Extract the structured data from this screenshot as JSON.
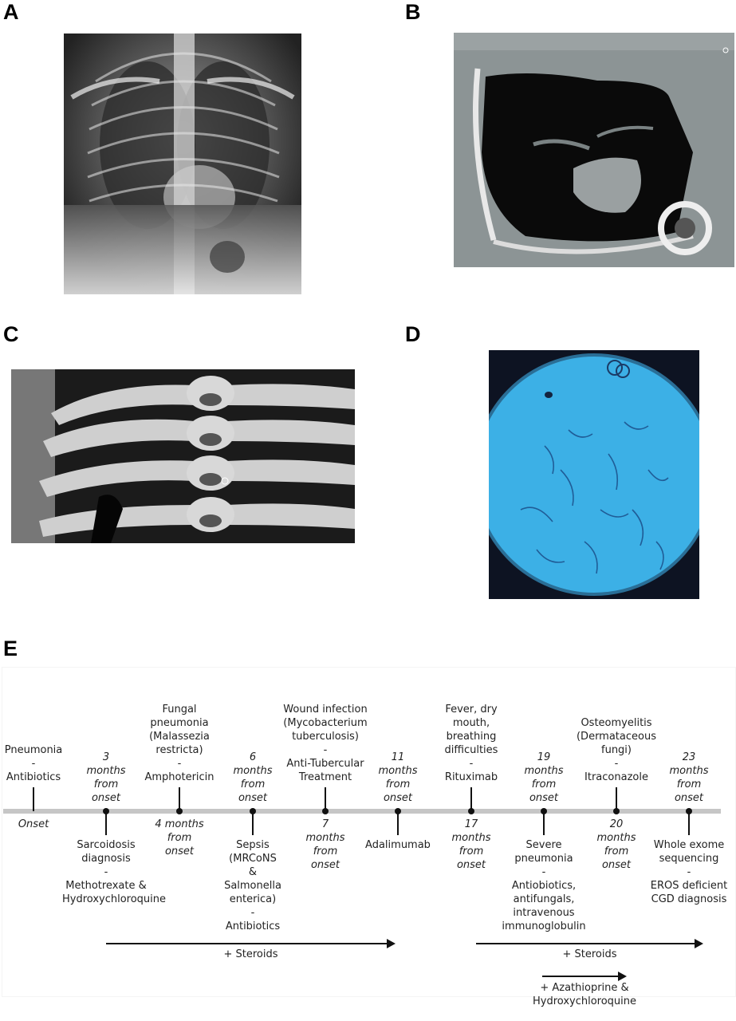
{
  "panels": {
    "a": "A",
    "b": "B",
    "c": "C",
    "d": "D",
    "e": "E"
  },
  "timeline": {
    "above": [
      {
        "lines": [
          "Pneumonia",
          "-",
          "Antibiotics"
        ],
        "italic": false
      },
      {
        "lines": [
          "3",
          "months",
          "from",
          "onset"
        ],
        "italic": true
      },
      {
        "lines": [
          "Fungal",
          "pneumonia",
          "(Malassezia",
          "restricta)",
          "-",
          "Amphotericin"
        ],
        "italic": false
      },
      {
        "lines": [
          "6",
          "months",
          "from",
          "onset"
        ],
        "italic": true
      },
      {
        "lines": [
          "Wound infection",
          "(Mycobacterium",
          "tuberculosis)",
          "-",
          "Anti-Tubercular",
          "Treatment"
        ],
        "italic": false
      },
      {
        "lines": [
          "11",
          "months",
          "from",
          "onset"
        ],
        "italic": true
      },
      {
        "lines": [
          "Fever, dry",
          "mouth,",
          "breathing",
          "difficulties",
          "-",
          "Rituximab"
        ],
        "italic": false
      },
      {
        "lines": [
          "19",
          "months",
          "from",
          "onset"
        ],
        "italic": true
      },
      {
        "lines": [
          "Osteomyelitis",
          "(Dermataceous",
          "fungi)",
          "-",
          "Itraconazole"
        ],
        "italic": false
      },
      {
        "lines": [
          "23",
          "months",
          "from",
          "onset"
        ],
        "italic": true
      }
    ],
    "below": [
      {
        "lines": [
          "Onset"
        ],
        "italic": true
      },
      {
        "lines": [
          "Sarcoidosis",
          "diagnosis",
          "-",
          "Methotrexate &",
          "Hydroxychloroquine"
        ],
        "italic": false
      },
      {
        "lines": [
          "4 months",
          "from",
          "onset"
        ],
        "italic": true
      },
      {
        "lines": [
          "Sepsis",
          "(MRCoNS",
          "&",
          "Salmonella",
          "enterica)",
          "-",
          "Antibiotics"
        ],
        "italic": false
      },
      {
        "lines": [
          "7",
          "months",
          "from",
          "onset"
        ],
        "italic": true
      },
      {
        "lines": [
          "Adalimumab"
        ],
        "italic": false
      },
      {
        "lines": [
          "17",
          "months",
          "from",
          "onset"
        ],
        "italic": true
      },
      {
        "lines": [
          "Severe",
          "pneumonia",
          "-",
          "Antiobiotics,",
          "antifungals,",
          "intravenous",
          "immunoglobulin"
        ],
        "italic": false
      },
      {
        "lines": [
          "20",
          "months",
          "from",
          "onset"
        ],
        "italic": true
      },
      {
        "lines": [
          "Whole exome",
          "sequencing",
          "-",
          "EROS deficient",
          "CGD diagnosis"
        ],
        "italic": false
      }
    ],
    "bars": [
      {
        "label": "+ Steroids"
      },
      {
        "label": "+ Steroids"
      },
      {
        "label": "+ Azathioprine &\nHydroxychloroquine"
      }
    ]
  }
}
